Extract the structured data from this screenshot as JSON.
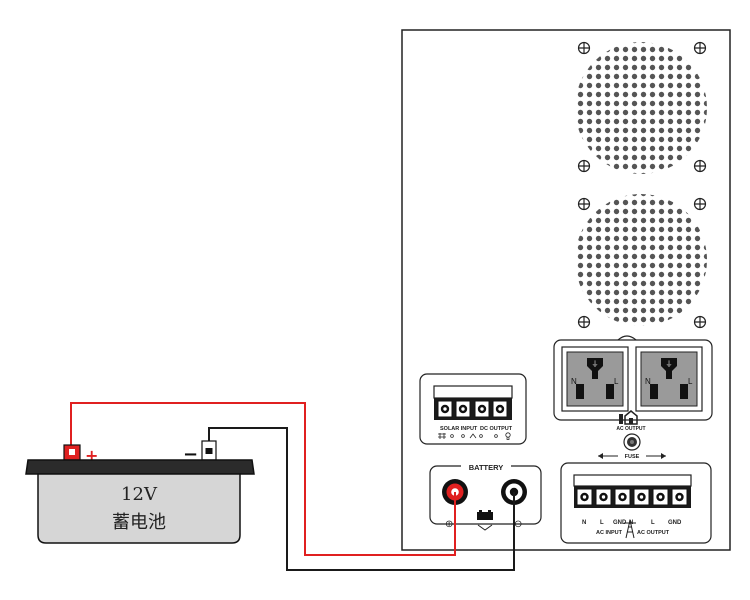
{
  "battery": {
    "voltage": "12V",
    "name": "蓄电池",
    "positive_symbol": "+",
    "negative_symbol": "−"
  },
  "solar_panel": {
    "solar_input_label": "SOLAR INPUT",
    "dc_output_label": "DC OUTPUT"
  },
  "battery_panel": {
    "title": "BATTERY",
    "plus_symbol": "⊕",
    "minus_symbol": "⊖"
  },
  "ac_panel": {
    "n1": "N",
    "l1": "L",
    "gnd1": "GND",
    "n2": "N",
    "l2": "L",
    "gnd2": "GND",
    "ac_input_label": "AC INPUT",
    "ac_output_label": "AC OUTPUT"
  },
  "sockets": {
    "n_label": "N",
    "l_label": "L",
    "ac_output_label": "AC OUTPUT"
  },
  "fuse": {
    "label": "FUSE"
  },
  "colors": {
    "positive_wire": "#e02020",
    "negative_wire": "#1a1a1a",
    "socket_gray": "#9a9a9a",
    "battery_body": "#d6d6d6",
    "battery_lid": "#2b2b2b"
  }
}
